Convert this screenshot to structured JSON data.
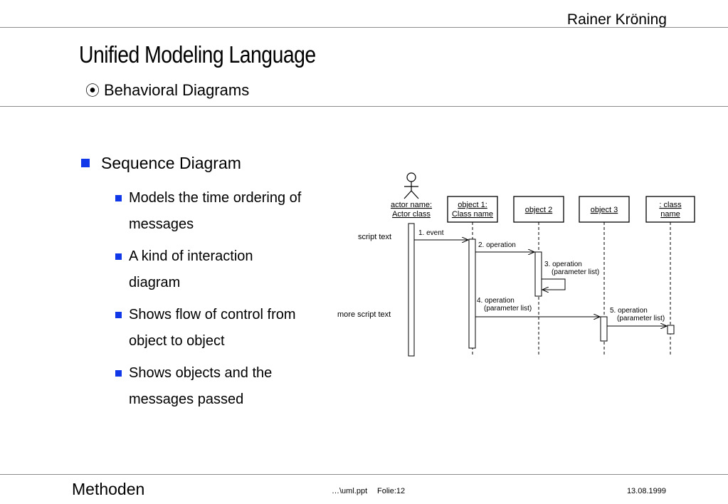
{
  "header": {
    "author": "Rainer Kröning"
  },
  "title": "Unified Modeling Language",
  "subtitle": {
    "bullet_glyph": "⦿",
    "text": "Behavioral Diagrams"
  },
  "content": {
    "heading": "Sequence Diagram",
    "bullets": [
      "Models the time ordering of messages",
      "A kind of interaction diagram",
      "Shows flow of control from object to object",
      "Shows objects and the messages passed"
    ]
  },
  "diagram": {
    "actor": {
      "line1": "actor name:",
      "line2": "Actor class"
    },
    "objects": [
      {
        "line1": "object 1:",
        "line2": "Class name"
      },
      {
        "line1": "object 2",
        "line2": ""
      },
      {
        "line1": "object 3",
        "line2": ""
      },
      {
        "line1": ": class",
        "line2": "name"
      }
    ],
    "side_labels": [
      "script text",
      "more script text"
    ],
    "messages": [
      {
        "line1": "1. event",
        "line2": ""
      },
      {
        "line1": "2. operation",
        "line2": ""
      },
      {
        "line1": "3. operation",
        "line2": "(parameter list)"
      },
      {
        "line1": "4. operation",
        "line2": "(parameter list)"
      },
      {
        "line1": "5. operation",
        "line2": "(parameter list)"
      }
    ]
  },
  "footer": {
    "left": "Methoden",
    "file": "…\\uml.ppt",
    "slide": "Folie:12",
    "date": "13.08.1999"
  },
  "colors": {
    "bullet_blue": "#1038e8",
    "rule_gray": "#8c8c8c"
  }
}
